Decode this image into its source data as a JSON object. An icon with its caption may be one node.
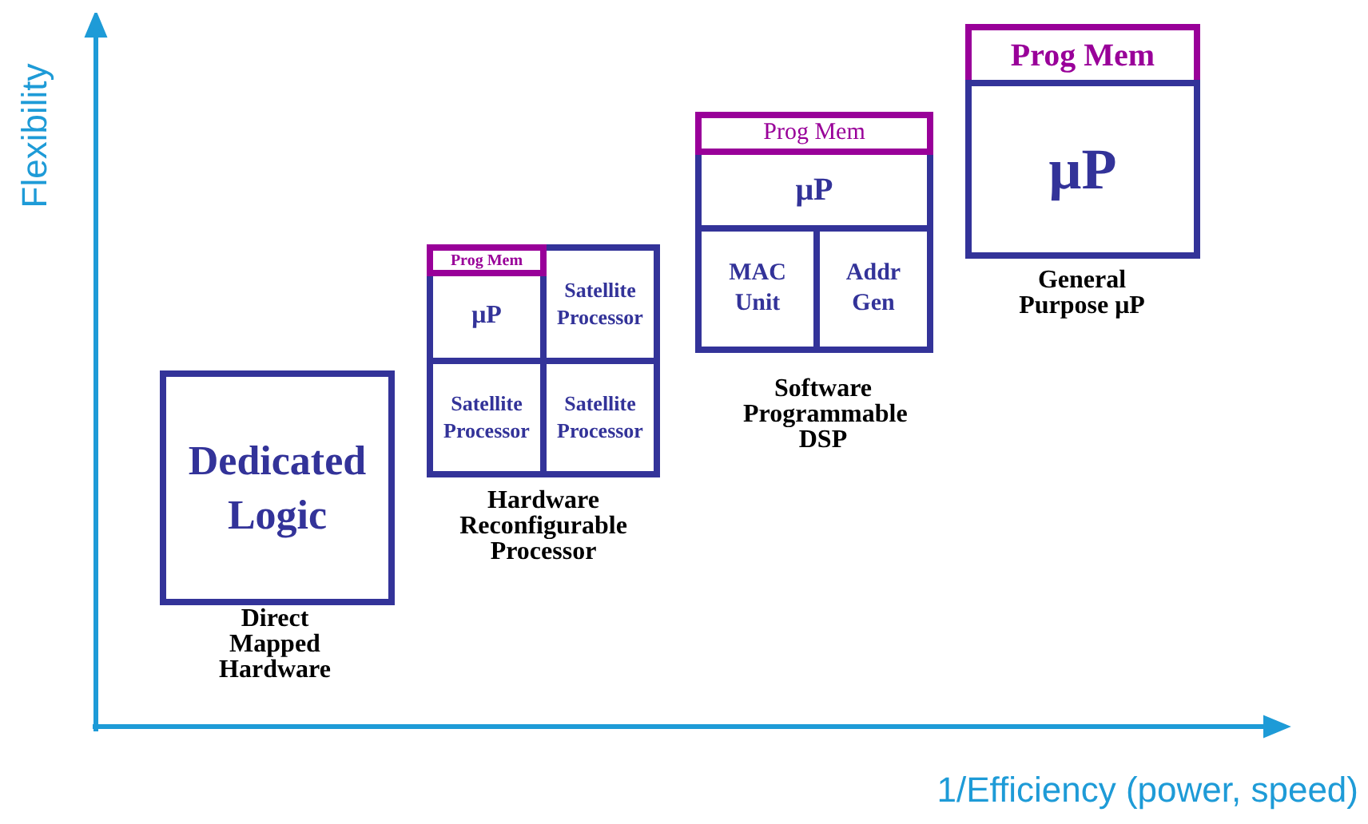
{
  "diagram": {
    "nodes": [
      {
        "text": [
          "Dedicated Logic"
        ],
        "beside": [
          "Direct Mapped Hardware"
        ]
      },
      {
        "text": [],
        "shape": "box",
        "beside": [
          "Hardware Reconfigurable Processor"
        ]
      },
      {
        "text": [
          "Prog Mem"
        ],
        "in": 1
      },
      {
        "text": [
          "μP"
        ],
        "in": 1
      },
      {
        "text": [
          "Satellite Processor"
        ],
        "in": 1
      },
      {
        "text": [
          "Satellite Processor"
        ],
        "in": 1
      },
      {
        "text": [
          "Satellite Processor"
        ],
        "in": 1
      },
      {
        "text": [],
        "shape": "box",
        "beside": [
          "Software Programmable DSP"
        ]
      },
      {
        "text": [
          "Prog Mem"
        ],
        "in": 7
      },
      {
        "text": [
          "μP"
        ],
        "in": 7
      },
      {
        "text": [
          "MAC Unit"
        ],
        "in": 7
      },
      {
        "text": [
          "Addr Gen"
        ],
        "in": 7
      },
      {
        "text": [
          "Prog Mem"
        ]
      },
      {
        "text": [
          "μP"
        ],
        "beside": [
          "General Purpose μP"
        ]
      }
    ],
    "edges": [],
    "labels": [
      "Flexibility",
      "1/Efficiency (power, speed)"
    ]
  }
}
